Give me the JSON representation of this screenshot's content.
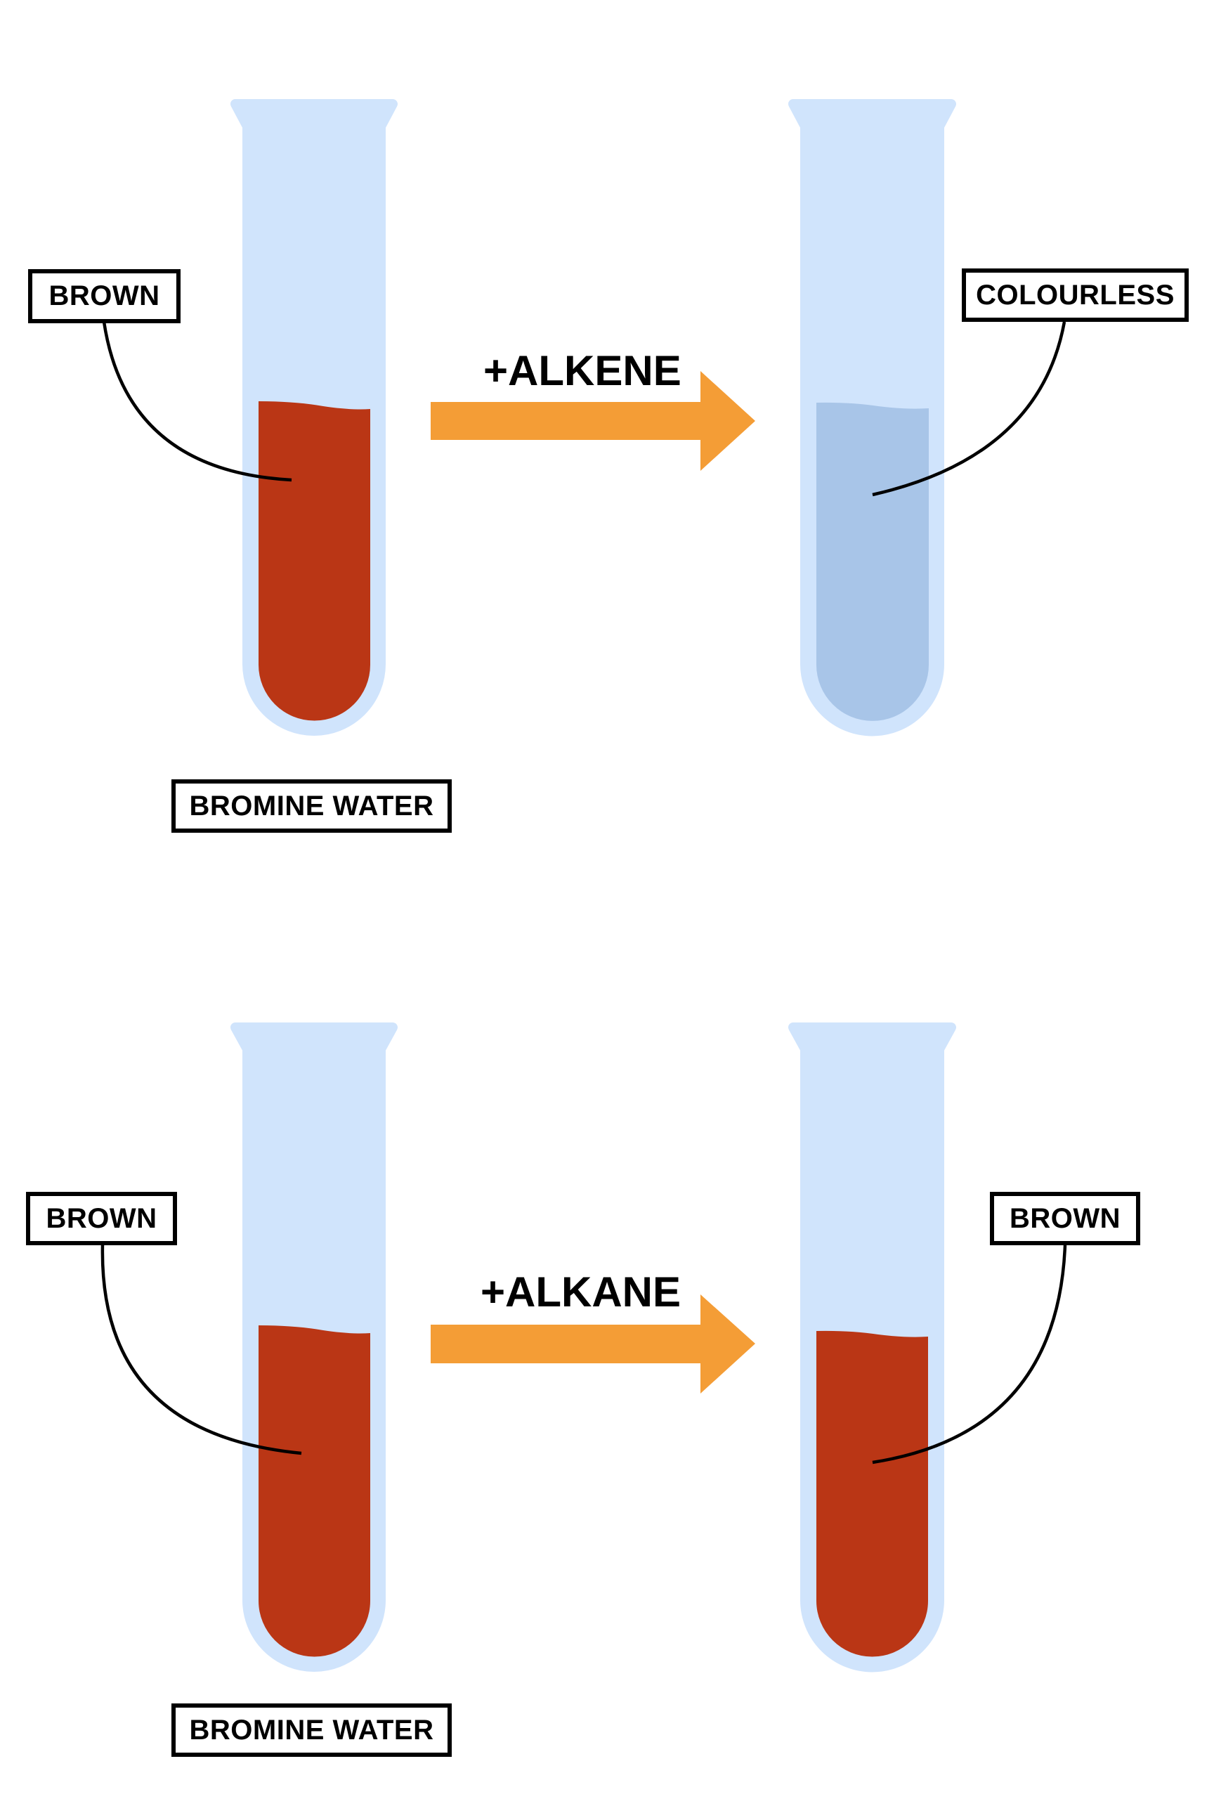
{
  "colors": {
    "glass": "#D0E4FC",
    "brown_liquid": "#BA3615",
    "colourless_liquid": "#A8C5E8",
    "arrow": "#F49D36",
    "ink": "#000000"
  },
  "top_row": {
    "left_tube": {
      "liquid": "brown",
      "label": "BROWN",
      "caption": "BROMINE WATER"
    },
    "reagent": "+ALKENE",
    "right_tube": {
      "liquid": "colourless",
      "label": "COLOURLESS"
    }
  },
  "bottom_row": {
    "left_tube": {
      "liquid": "brown",
      "label": "BROWN",
      "caption": "BROMINE WATER"
    },
    "reagent": "+ALKANE",
    "right_tube": {
      "liquid": "brown",
      "label": "BROWN"
    }
  }
}
